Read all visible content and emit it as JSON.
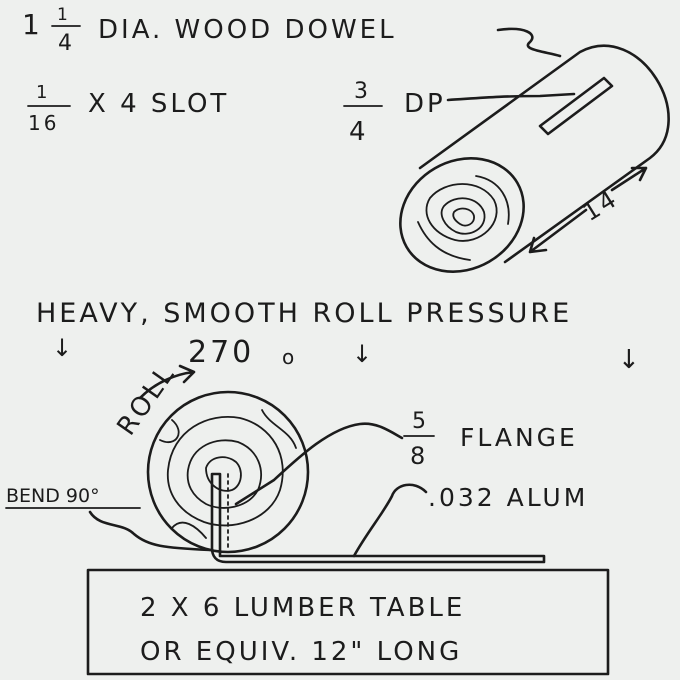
{
  "dowel": {
    "whole": "1",
    "frac_num": "1",
    "frac_den": "4",
    "title": "DIA. WOOD DOWEL",
    "length": "14"
  },
  "slot": {
    "frac1_num": "1",
    "frac1_den": "16",
    "mid": "X 4 SLOT",
    "frac2_num": "3",
    "frac2_den": "4",
    "end": "DP"
  },
  "pressure": {
    "label": "HEAVY, SMOOTH ROLL PRESSURE",
    "arrow_glyph": "↓"
  },
  "roll": {
    "word": "ROLL",
    "angle": "270",
    "degree_mark": "o"
  },
  "flange": {
    "frac_num": "5",
    "frac_den": "8",
    "word": "FLANGE"
  },
  "alum": {
    "label": ".032 ALUM"
  },
  "bend": {
    "label": "BEND 90°"
  },
  "table": {
    "line1": "2 X 6 LUMBER TABLE",
    "line2": "OR EQUIV. 12\" LONG"
  },
  "colors": {
    "ink": "#1c1c1c",
    "paper": "#eef0ee"
  }
}
